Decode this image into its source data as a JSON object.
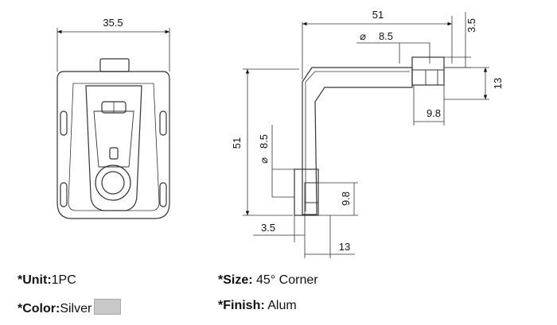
{
  "front_view": {
    "width_dim": "35.5"
  },
  "side_view": {
    "dims": {
      "top_width": "51",
      "top_hole_dia": "8.5",
      "top_thickness": "3.5",
      "top_flange_height": "13",
      "top_flange_width": "9.8",
      "left_height": "51",
      "left_hole_dia": "8.5",
      "left_flange_height": "9.8",
      "left_thickness": "3.5",
      "left_flange_width": "13"
    },
    "diameter_symbol": "⌀"
  },
  "specs": {
    "unit_label": "*Unit:",
    "unit_value": "1PC",
    "size_label": "*Size:",
    "size_value": "45°  Corner",
    "color_label": "*Color:",
    "color_value": "Silver",
    "color_hex": "#c8c8c8",
    "finish_label": "*Finish:",
    "finish_value": "Alum"
  }
}
